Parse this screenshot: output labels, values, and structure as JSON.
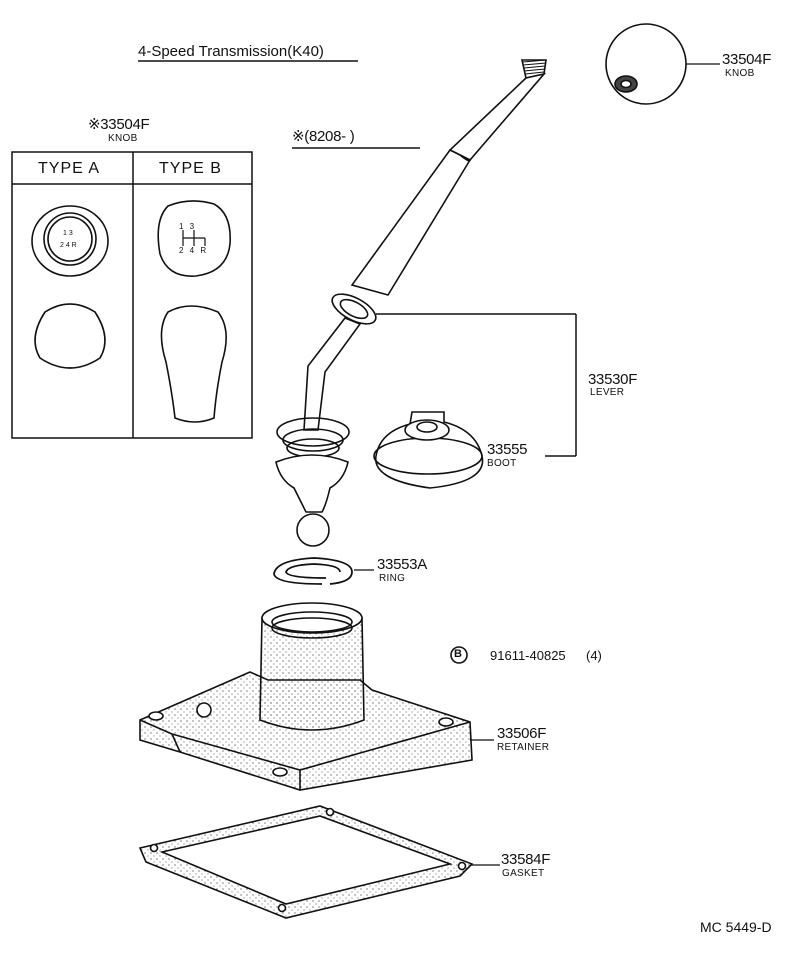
{
  "title": "4-Speed Transmission(K40)",
  "inset": {
    "part_no": "※33504F",
    "part_name": "KNOB",
    "type_a": "TYPE  A",
    "type_b": "TYPE  B",
    "shift_pattern": {
      "r1": "1  3",
      "r2": "2  4  R"
    }
  },
  "serial_note": "※(8208-     )",
  "parts": [
    {
      "id": "knob",
      "no": "33504F",
      "name": "KNOB"
    },
    {
      "id": "lever",
      "no": "33530F",
      "name": "LEVER"
    },
    {
      "id": "boot",
      "no": "33555",
      "name": "BOOT"
    },
    {
      "id": "ring",
      "no": "33553A",
      "name": "RING"
    },
    {
      "id": "retainer",
      "no": "33506F",
      "name": "RETAINER"
    },
    {
      "id": "gasket",
      "no": "33584F",
      "name": "GASKET"
    }
  ],
  "bolt": {
    "marker": "B",
    "no": "91611-40825",
    "qty": "(4)"
  },
  "drawing_code": "MC  5449-D"
}
